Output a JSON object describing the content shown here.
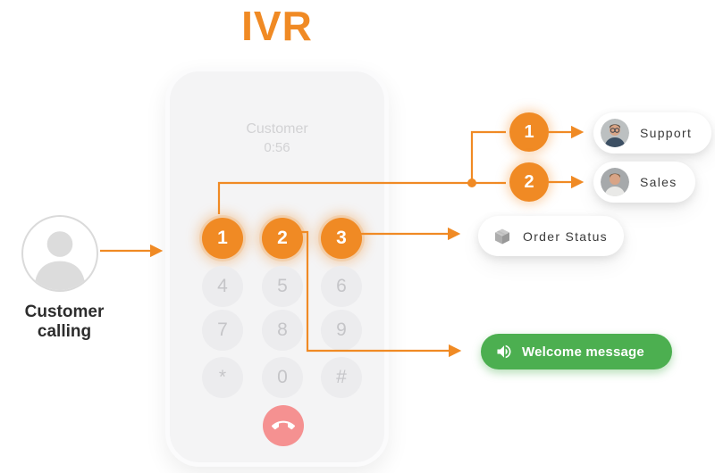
{
  "title": "IVR",
  "colors": {
    "accent": "#F08A24",
    "green": "#4CAF50",
    "hangup-pink": "#F59191",
    "key-gray": "#ECECEE",
    "phone-bg": "#F4F4F5"
  },
  "caller": {
    "label": "Customer calling"
  },
  "phone": {
    "contact_name": "Customer",
    "call_timer": "0:56",
    "keys": [
      "1",
      "2",
      "3",
      "4",
      "5",
      "6",
      "7",
      "8",
      "9",
      "*",
      "0",
      "#"
    ]
  },
  "flow": {
    "badge_support": "1",
    "badge_sales": "2",
    "support_label": "Support",
    "sales_label": "Sales",
    "order_status_label": "Order Status",
    "welcome_label": "Welcome message"
  }
}
